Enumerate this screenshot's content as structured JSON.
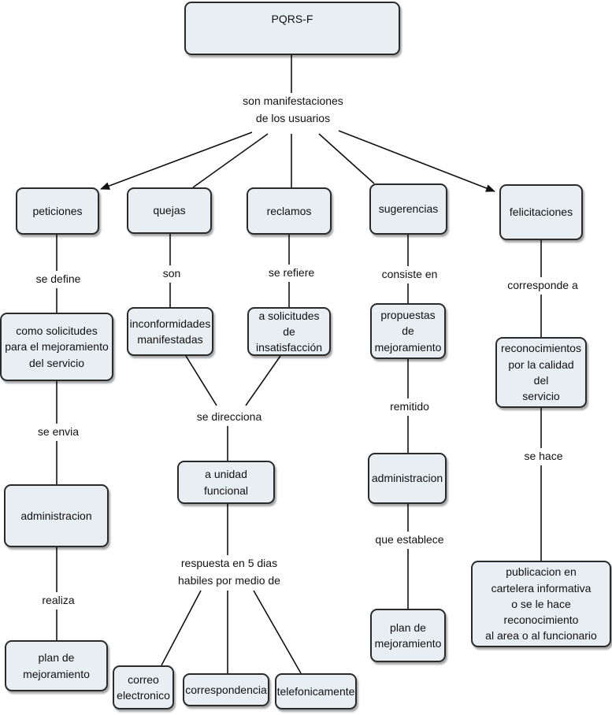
{
  "root": "PQRS-F",
  "root_link": "son manifestaciones\nde los usuarios",
  "categories": {
    "peticiones": "peticiones",
    "quejas": "quejas",
    "reclamos": "reclamos",
    "sugerencias": "sugerencias",
    "felicitaciones": "felicitaciones"
  },
  "peticiones_branch": {
    "link1": "se define",
    "concept1": "como solicitudes\npara el mejoramiento\ndel servicio",
    "link2": "se envia",
    "concept2": "administracion",
    "link3": "realiza",
    "concept3": "plan de\nmejoramiento"
  },
  "quejas_branch": {
    "link1": "son",
    "concept1": "inconformidades\nmanifestadas"
  },
  "reclamos_branch": {
    "link1": "se refiere",
    "concept1": "a solicitudes de\ninsatisfacción"
  },
  "shared_branch": {
    "link1": "se direcciona",
    "concept1": "a unidad funcional",
    "link2": "respuesta en 5 dias\nhabiles por medio de",
    "channels": [
      "correo\nelectronico",
      "correspondencia",
      "telefonicamente"
    ]
  },
  "sugerencias_branch": {
    "link1": "consiste en",
    "concept1": "propuestas de\nmejoramiento",
    "link2": "remitido",
    "concept2": "administracion",
    "link3": "que establece",
    "concept3": "plan de\nmejoramiento"
  },
  "felicitaciones_branch": {
    "link1": "corresponde a",
    "concept1": "reconocimientos\npor la calidad del\nservicio",
    "link2": "se hace",
    "concept2": "publicacion en\ncartelera informativa\no se le hace reconocimiento\nal area o al funcionario"
  }
}
